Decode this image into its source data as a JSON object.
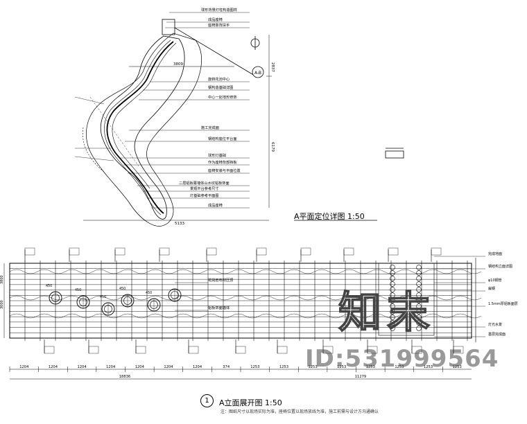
{
  "plan": {
    "title": "A平面定位详图  1:50",
    "dims": {
      "top": "3809",
      "right_top": "2837",
      "right": "6179",
      "bottom": "5133"
    },
    "callout": "A-B",
    "leaders": [
      "球形背景灯柱构造图样",
      "成品座椅",
      "座椅靠背扶手",
      "旋转花池中心",
      "钢构造基础详图",
      "中心一处地形修饰",
      "施工完成面",
      "钢结构座位平台面",
      "球形灯基础",
      "作为座椅背部挡板",
      "座椅安装与平面位置",
      "二层铝板幕墙体山水纹铝板饰面",
      "景观平台参考尺寸",
      "灯基础参考平面图",
      "成品座椅"
    ]
  },
  "elevation": {
    "title": "A立面展开图  1:50",
    "number": "1",
    "note": "注：图纸尺寸以现场实际为准，座椅位置以现场放线为准，施工前需与设计方沟通确认",
    "dims_bottom": [
      "1204",
      "1204",
      "1204",
      "1204",
      "1204",
      "1204",
      "1204",
      "374",
      "1253",
      "1253",
      "1253",
      "1253",
      "1253",
      "1253",
      "1253",
      "1253"
    ],
    "totals": [
      "18836",
      "11279"
    ],
    "height_dims": [
      "3800",
      "3000"
    ],
    "circle_dims": [
      "450",
      "450",
      "450",
      "450",
      "450"
    ],
    "right_labels": [
      "完成地面",
      "钢结构立面详图",
      "φ10钢管",
      "扁钢",
      "1.5mm厚铝板面层",
      "灯光水景",
      "基层完成面"
    ],
    "inline_labels": [
      "花岗岩石材压顶",
      "铝板饰面墙体"
    ]
  },
  "watermarks": {
    "brand": "知末",
    "id": "ID:531999564"
  }
}
